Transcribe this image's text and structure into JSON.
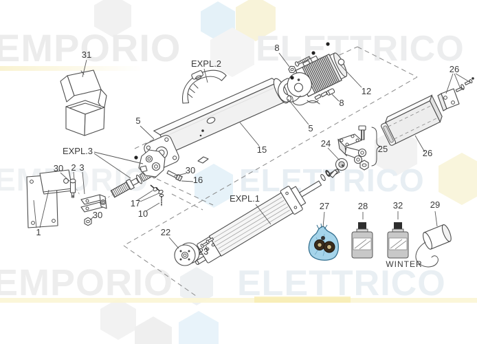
{
  "watermark": {
    "word_left": "EMPORIO",
    "word_right": "ELETTRICO",
    "text_color": "#ececec",
    "blue_tint": "#e7eef3",
    "hex_blue": "#e4f1f8",
    "hex_yellow": "#f8f3d9",
    "hex_gray": "#f1f1f1",
    "band_yellow": "#f8f0c8"
  },
  "diagram": {
    "stroke_color": "#4a4a4a",
    "label_color": "#3a3a3a",
    "labels": {
      "l31": "31",
      "expl2": "EXPL.2",
      "l8a": "8",
      "l12": "12",
      "l8b": "8",
      "l26a": "26",
      "l5a": "5",
      "l15": "15",
      "l5b": "5",
      "expl3": "EXPL.3",
      "l30a": "30",
      "l2": "2",
      "l3": "3",
      "l1": "1",
      "l30c": "30",
      "l17": "17",
      "l10": "10",
      "l30b": "30",
      "l16": "16",
      "l24": "24",
      "l25": "25",
      "l26b": "26",
      "l22": "22",
      "l23": "23",
      "expl1": "EXPL.1",
      "l27": "27",
      "l28": "28",
      "l32": "32",
      "l29": "29",
      "winter": "WINTER"
    },
    "parts": {
      "bag_blue": "#a5d4ea",
      "bottle_gray": "#c8c8c8",
      "cap_dark": "#2e2e2e"
    }
  }
}
